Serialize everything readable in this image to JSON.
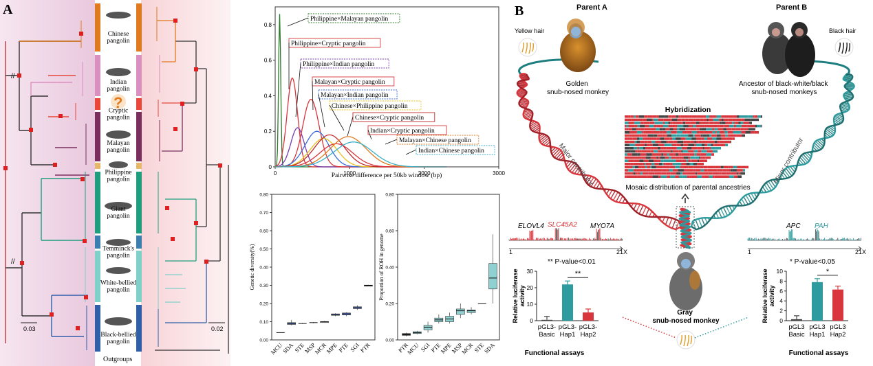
{
  "panelA": {
    "label": "A",
    "scale_left": "0.03",
    "scale_right": "0.02",
    "taxa": [
      {
        "name": "Chinese pangolin",
        "color": "#e07a1e"
      },
      {
        "name": "Indian pangolin",
        "color": "#d98fc0"
      },
      {
        "name": "Cryptic pangolin",
        "color": "#e8473a"
      },
      {
        "name": "Malayan pangolin",
        "color": "#7a2e5e"
      },
      {
        "name": "Philippine pangolin",
        "color": "#e8b86a"
      },
      {
        "name": "Giant pangolin",
        "color": "#1e9e7e"
      },
      {
        "name": "Temminck's pangolin",
        "color": "#3a7fb0"
      },
      {
        "name": "White-bellied pangolin",
        "color": "#7fd0c8"
      },
      {
        "name": "Black-bellied pangolin",
        "color": "#2f5fa8"
      }
    ],
    "cryptic_mark": "?",
    "outgroups": "Outgroups",
    "density": {
      "xlabel": "Pairwise difference per 50kb window (bp)",
      "xticks": [
        "0",
        "1000",
        "2000",
        "3000"
      ],
      "yticks": [
        "0",
        "0.2",
        "0.4",
        "0.6",
        "0.8"
      ],
      "labels": [
        "Philippine×Malayan pangolin",
        "Philippine×Cryptic pangolin",
        "Philippine×Indian pangolin",
        "Malayan×Cryptic pangolin",
        "Malayan×Indian pangolin",
        "Chinese×Philippine pangolin",
        "Chinese×Cryptic pangolin",
        "Indian×Cryptic pangolin",
        "Malayan×Chinese pangolin",
        "Indian×Chinese pangolin"
      ]
    },
    "diversity": {
      "ylabel": "Genetic diversity(%)",
      "yticks": [
        "0.00",
        "0.10",
        "0.20",
        "0.30",
        "0.40",
        "0.50",
        "0.60",
        "0.70",
        "0.80"
      ],
      "categories": [
        "MCU",
        "SDA",
        "STE",
        "MSP",
        "MCR",
        "MPE",
        "PTE",
        "SGI",
        "PTR"
      ]
    },
    "roh": {
      "ylabel": "Proportion of ROH in genome",
      "yticks": [
        "0.00",
        "0.20",
        "0.40",
        "0.60",
        "0.80"
      ],
      "categories": [
        "PTR",
        "MCU",
        "SGI",
        "PTE",
        "MPE",
        "MSP",
        "MCR",
        "STE",
        "SDA"
      ]
    }
  },
  "panelB": {
    "label": "B",
    "parentA_title": "Parent A",
    "parentA_name": "Golden\nsnub-nosed monkey",
    "yellow_hair": "Yellow hair",
    "parentB_title": "Parent B",
    "parentB_name": "Ancestor of black-white/black\nsnub-nosed monkeys",
    "black_hair": "Black hair",
    "hybridization": "Hybridization",
    "mosaic": "Mosaic distribution of parental ancestries",
    "major": "Major contributor",
    "minor": "Minor contributor",
    "child_name": "Gray\nsnub-nosed monkey",
    "left_genes": [
      "ELOVL4",
      "SLC45A2",
      "MYO7A"
    ],
    "right_genes": [
      "APC",
      "PAH"
    ],
    "axis_start": "1",
    "axis_end": "21X",
    "left_pvalue": "** P-value<0.01",
    "right_pvalue": "* P-value<0.05",
    "left_sig": "**",
    "right_sig": "*",
    "left_ylabel": "Relative luciferase activity",
    "right_ylabel": "Relative luciferase activity",
    "left_yticks": [
      "0",
      "10",
      "20",
      "30"
    ],
    "right_yticks": [
      "0",
      "2",
      "4",
      "6",
      "8",
      "10"
    ],
    "left_bars": [
      {
        "label": "pGL3-\nBasic",
        "value": 0.5
      },
      {
        "label": "pGL3-\nHap1",
        "value": 22
      },
      {
        "label": "pGL3-\nHap2",
        "value": 5
      }
    ],
    "right_bars": [
      {
        "label": "pGL3\nBasic",
        "value": 0.3
      },
      {
        "label": "pGL3\nHap1",
        "value": 7.8
      },
      {
        "label": "pGL3\nHap2",
        "value": 6.3
      }
    ],
    "functional": "Functional assays",
    "colors": {
      "major": "#d8353c",
      "minor": "#2e9c9e",
      "basic": "#444444"
    }
  }
}
